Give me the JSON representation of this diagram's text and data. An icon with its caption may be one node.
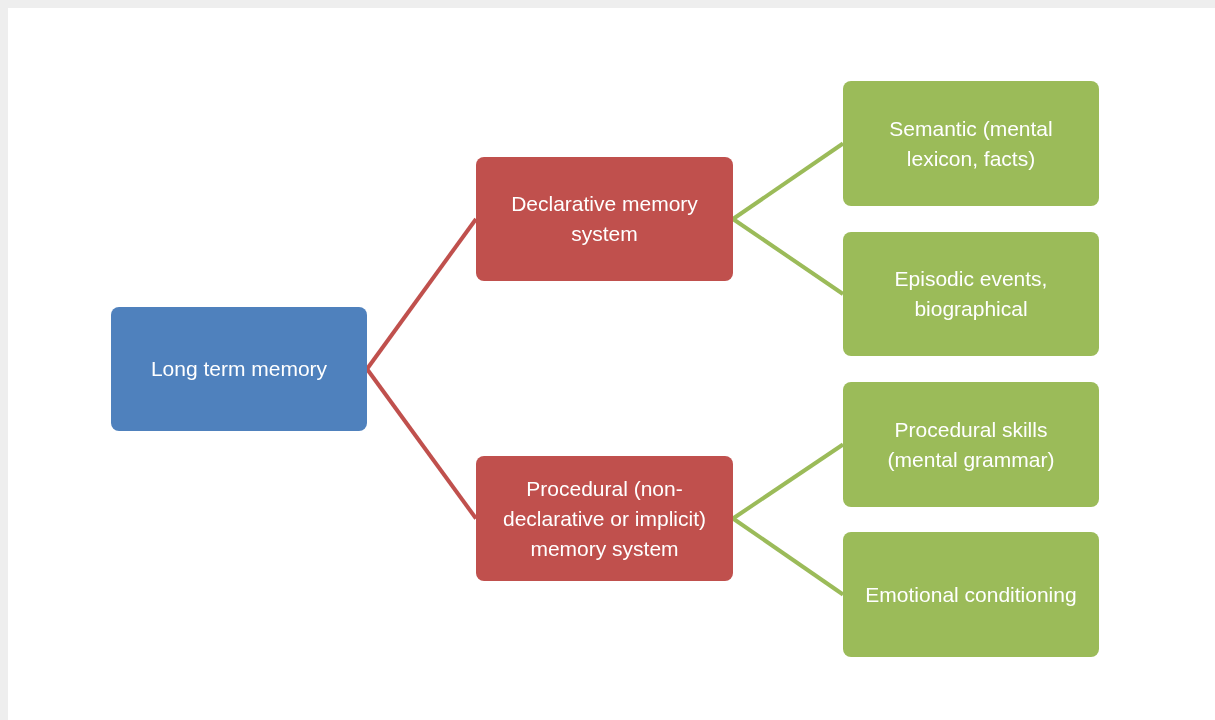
{
  "diagram": {
    "nodes": [
      {
        "text": [
          "Long term memory"
        ]
      },
      {
        "text": [
          "Declarative memory system"
        ]
      },
      {
        "text": [
          "Procedural (non-declarative or implicit) memory system"
        ]
      },
      {
        "text": [
          "Semantic (mental lexicon, facts)"
        ]
      },
      {
        "text": [
          "Episodic events, biographical"
        ]
      },
      {
        "text": [
          "Procedural skills (mental grammar)"
        ]
      },
      {
        "text": [
          "Emotional conditioning"
        ]
      }
    ],
    "edges": [
      {
        "from": 0,
        "to": 1,
        "arrow": "none",
        "color": "#c0504d"
      },
      {
        "from": 0,
        "to": 2,
        "arrow": "none",
        "color": "#c0504d"
      },
      {
        "from": 1,
        "to": 3,
        "arrow": "none"
      },
      {
        "from": 1,
        "to": 4,
        "arrow": "none"
      },
      {
        "from": 2,
        "to": 5,
        "arrow": "none"
      },
      {
        "from": 2,
        "to": 6,
        "arrow": "none"
      }
    ]
  }
}
